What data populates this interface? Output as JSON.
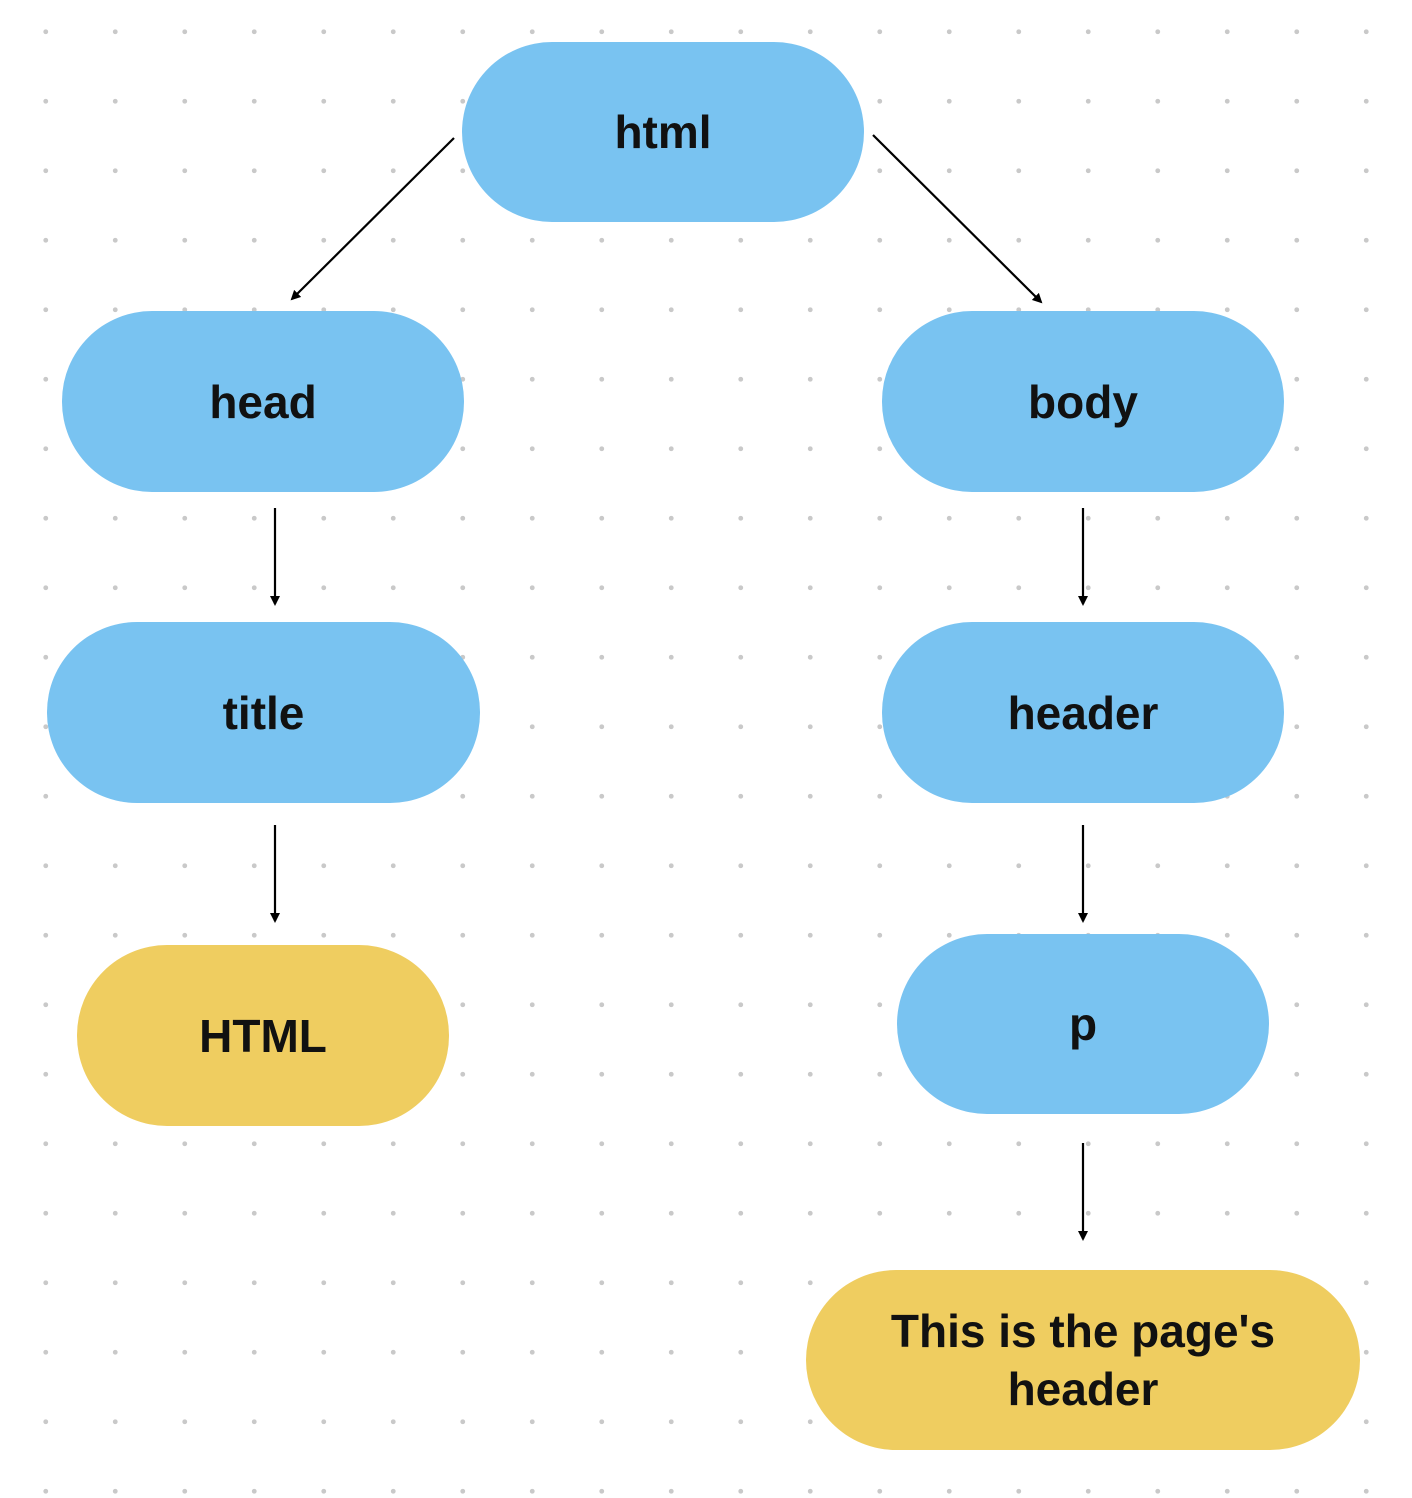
{
  "diagram": {
    "colors": {
      "element_node": "#79c3f1",
      "text_node": "#efcd60",
      "edge": "#000000",
      "background_dots": "#c9c9c9"
    },
    "nodes": {
      "html": "html",
      "head": "head",
      "body": "body",
      "title": "title",
      "header": "header",
      "p": "p",
      "title_text": "HTML",
      "p_text": "This is the page's header"
    },
    "edges": [
      {
        "from": "html",
        "to": "head"
      },
      {
        "from": "html",
        "to": "body"
      },
      {
        "from": "head",
        "to": "title"
      },
      {
        "from": "title",
        "to": "title_text"
      },
      {
        "from": "body",
        "to": "header"
      },
      {
        "from": "header",
        "to": "p"
      },
      {
        "from": "p",
        "to": "p_text"
      }
    ]
  }
}
